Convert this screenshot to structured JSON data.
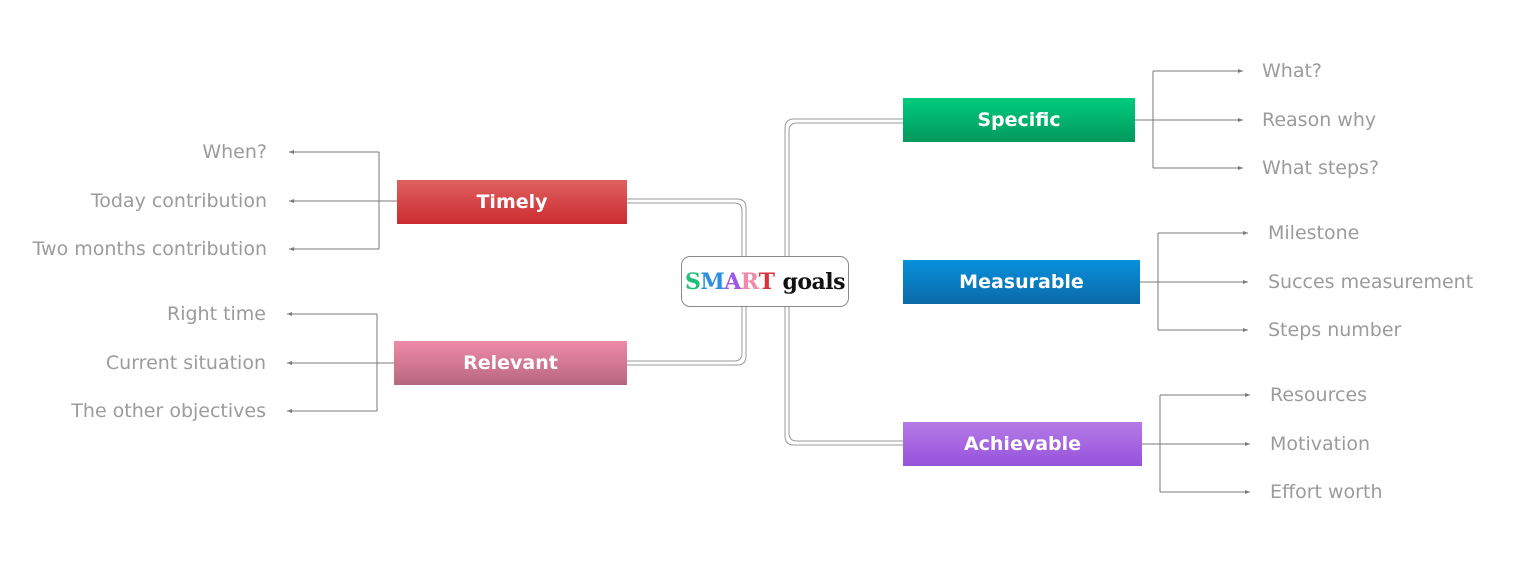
{
  "diagram": {
    "type": "mind-map",
    "center": {
      "word_letters": [
        {
          "char": "S",
          "color": "#1fbf7a"
        },
        {
          "char": "M",
          "color": "#2a8fe0"
        },
        {
          "char": "A",
          "color": "#9b59e6"
        },
        {
          "char": "R",
          "color": "#f08aa8"
        },
        {
          "char": "T",
          "color": "#d8353a"
        }
      ],
      "suffix": "goals",
      "suffix_color": "#111111"
    },
    "branches": [
      {
        "label": "Specific",
        "side": "right",
        "color": "#00b46c",
        "connected_to_center": true,
        "children": [
          "What?",
          "Reason why",
          "What steps?"
        ]
      },
      {
        "label": "Measurable",
        "side": "right",
        "color": "#0a7cc4",
        "connected_to_center": false,
        "children": [
          "Milestone",
          "Succes measurement",
          "Steps number"
        ]
      },
      {
        "label": "Achievable",
        "side": "right",
        "color": "#a566e1",
        "connected_to_center": true,
        "children": [
          "Resources",
          "Motivation",
          "Effort worth"
        ]
      },
      {
        "label": "Timely",
        "side": "left",
        "color": "#d54548",
        "connected_to_center": true,
        "children": [
          "When?",
          "Today contribution",
          "Two months contribution"
        ]
      },
      {
        "label": "Relevant",
        "side": "left",
        "color": "#d57a95",
        "connected_to_center": true,
        "children": [
          "Right time",
          "Current situation",
          "The other objectives"
        ]
      }
    ],
    "leaf_text_color": "#9b9b9b",
    "connector_color": "#7a7a7a"
  }
}
